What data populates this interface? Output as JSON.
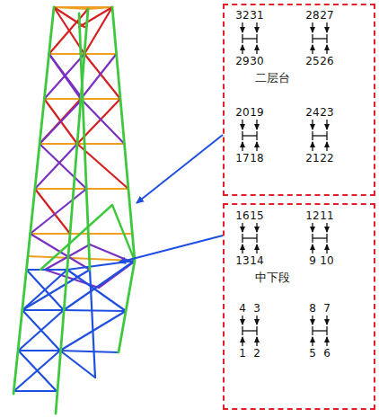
{
  "diagram": {
    "nodes": [
      {
        "text": [
          "二层台"
        ]
      },
      {
        "text": [
          "中下段"
        ]
      }
    ],
    "labels": [
      "32",
      "31",
      "28",
      "27",
      "29",
      "30",
      "25",
      "26",
      "20",
      "19",
      "24",
      "23",
      "17",
      "18",
      "21",
      "22",
      "16",
      "15",
      "12",
      "11",
      "13",
      "14",
      "9",
      "10",
      "4",
      "3",
      "8",
      "7",
      "1",
      "2",
      "5",
      "6"
    ]
  }
}
